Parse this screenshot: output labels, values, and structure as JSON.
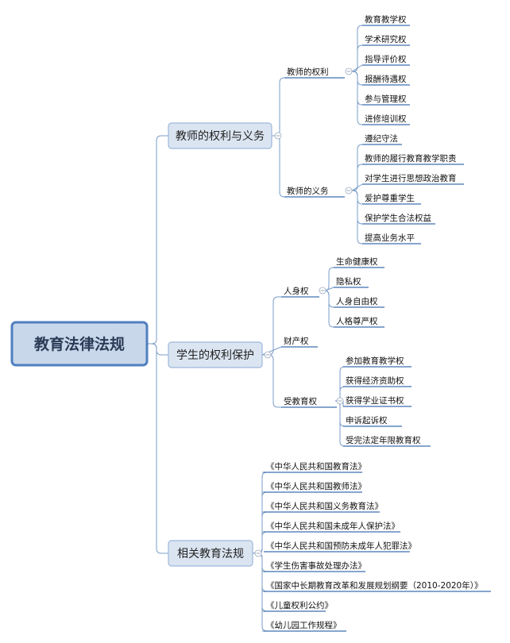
{
  "root": "教育法律法规",
  "branches": [
    {
      "label": "教师的权利与义务",
      "children": [
        {
          "label": "教师的权利",
          "children": [
            "教育教学权",
            "学术研究权",
            "指导评价权",
            "报酬待遇权",
            "参与管理权",
            "进修培训权"
          ]
        },
        {
          "label": "教师的义务",
          "children": [
            "遵纪守法",
            "教师的履行教育教学职责",
            "对学生进行思想政治教育",
            "爱护尊重学生",
            "保护学生合法权益",
            "提高业务水平"
          ]
        }
      ]
    },
    {
      "label": "学生的权利保护",
      "children": [
        {
          "label": "人身权",
          "children": [
            "生命健康权",
            "隐私权",
            "人身自由权",
            "人格尊严权"
          ]
        },
        {
          "label": "财产权",
          "children": []
        },
        {
          "label": "受教育权",
          "children": [
            "参加教育教学权",
            "获得经济资助权",
            "获得学业证书权",
            "申诉起诉权",
            "受完法定年限教育权"
          ]
        }
      ]
    },
    {
      "label": "相关教育法规",
      "children": [
        {
          "label": "《中华人民共和国教育法》"
        },
        {
          "label": "《中华人民共和国教师法》"
        },
        {
          "label": "《中华人民共和国义务教育法》"
        },
        {
          "label": "《中华人民共和国未成年人保护法》"
        },
        {
          "label": "《中华人民共和国预防未成年人犯罪法》"
        },
        {
          "label": "《学生伤害事故处理办法》"
        },
        {
          "label": "《国家中长期教育改革和发展规划纲要（2010-2020年）》"
        },
        {
          "label": "《儿童权利公约》"
        },
        {
          "label": "《幼儿园工作规程》"
        }
      ]
    }
  ],
  "colors": {
    "root_border": "#4f7fbf",
    "root_fill": "#c9d7ea",
    "branch_fill": "#dbe5f1",
    "line": "#7a9cc9",
    "underline": "#3e6fb0"
  }
}
